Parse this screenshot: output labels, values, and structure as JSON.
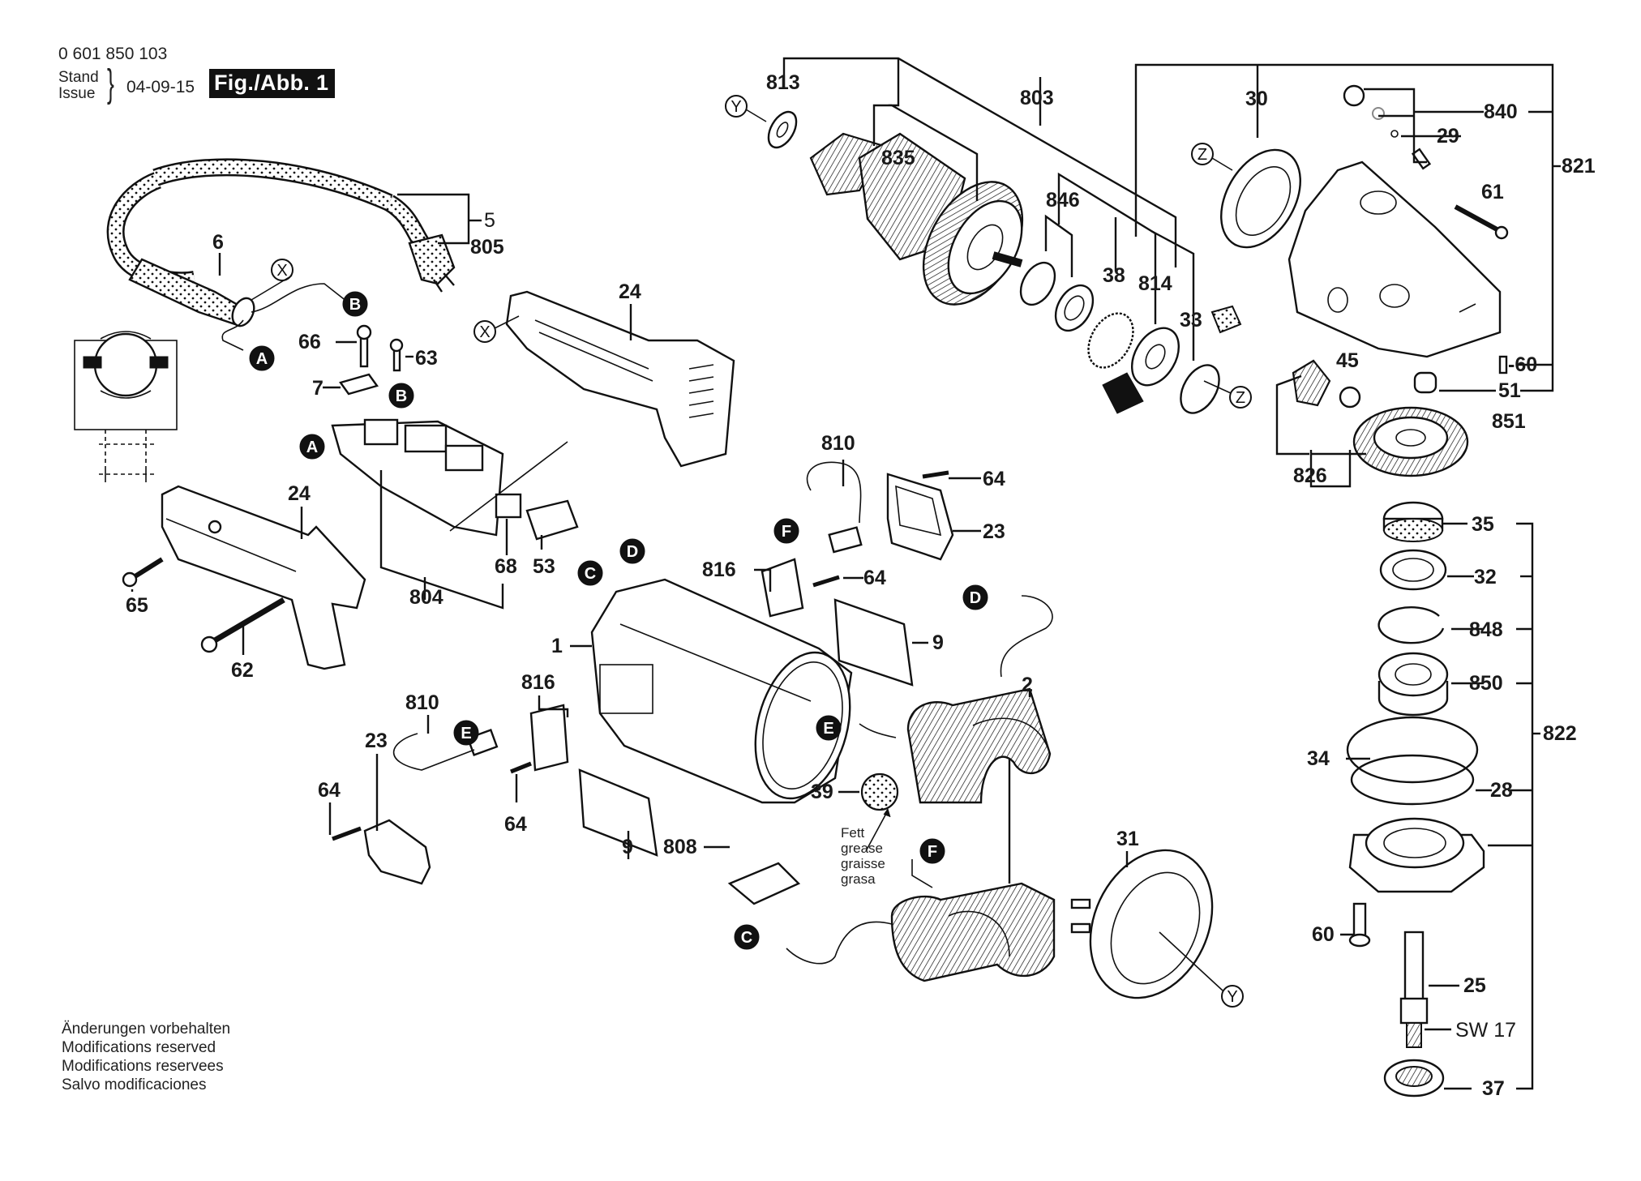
{
  "header": {
    "part_number": "0 601 850 103",
    "stand_label": "Stand",
    "issue_label": "Issue",
    "brace": "}",
    "issue_date": "04-09-15",
    "figure_label": "Fig./Abb. 1"
  },
  "footer": {
    "lines": [
      "Änderungen vorbehalten",
      "Modifications reserved",
      "Modifications reservees",
      "Salvo modificaciones"
    ]
  },
  "callouts": {
    "c813": "813",
    "c803": "803",
    "c835": "835",
    "c846": "846",
    "c38": "38",
    "c814": "814",
    "c33": "33",
    "c30": "30",
    "c840": "840",
    "c29": "29",
    "c821": "821",
    "c61": "61",
    "c60a": "-60",
    "c51": "51",
    "c851": "851",
    "c45": "45",
    "c826": "826",
    "c35": "35",
    "c32": "32",
    "c848": "848",
    "c850": "850",
    "c822": "822",
    "c34": "34",
    "c28": "28",
    "c60b": "60",
    "c25": "25",
    "csw": "SW 17",
    "c37": "37",
    "c5": "5",
    "c805": "805",
    "c6": "6",
    "c66": "66",
    "c63": "63",
    "c7": "7",
    "c24a": "24",
    "c24b": "24",
    "c65": "65",
    "c62": "62",
    "c804": "804",
    "c68": "68",
    "c53": "53",
    "c810a": "810",
    "c64a": "64",
    "c23a": "23",
    "c816a": "816",
    "c64b": "64",
    "c1": "1",
    "c9a": "9",
    "c2": "2",
    "c816b": "816",
    "c810b": "810",
    "c23b": "23",
    "c64c": "64",
    "c64d": "64",
    "c39": "39",
    "c9b": "9",
    "c808": "808",
    "c31": "31"
  },
  "connectors": {
    "A": "A",
    "B": "B",
    "C": "C",
    "D": "D",
    "E": "E",
    "F": "F",
    "X": "X",
    "Y": "Y",
    "Z": "Z"
  },
  "grease_note": [
    "Fett",
    "grease",
    "graisse",
    "grasa"
  ]
}
